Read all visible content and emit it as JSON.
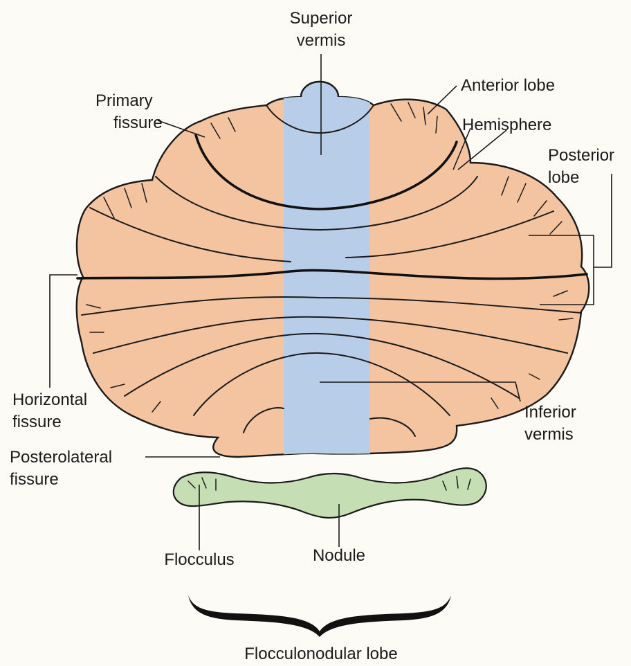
{
  "colors": {
    "cerebellum": "#f4c3a0",
    "vermis": "#b7cde8",
    "flocculonodular": "#c6deb3",
    "outline": "#1a1a1a"
  },
  "labels": {
    "superior_vermis": [
      "Superior",
      "vermis"
    ],
    "primary_fissure": [
      "Primary",
      "fissure"
    ],
    "anterior_lobe": "Anterior lobe",
    "hemisphere": "Hemisphere",
    "posterior_lobe": [
      "Posterior",
      "lobe"
    ],
    "horizontal_fissure": [
      "Horizontal",
      "fissure"
    ],
    "inferior_vermis": [
      "Inferior",
      "vermis"
    ],
    "posterolateral_fissure": [
      "Posterolateral",
      "fissure"
    ],
    "flocculus": "Flocculus",
    "nodule": "Nodule",
    "flocculonodular_lobe": "Flocculonodular lobe"
  }
}
